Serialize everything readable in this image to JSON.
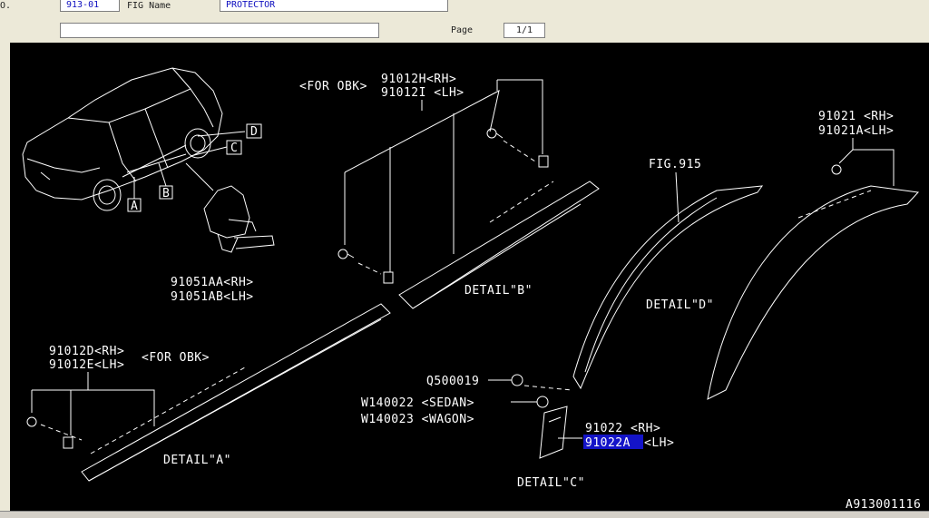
{
  "header": {
    "cut_label": "O.",
    "fig_number": "913-01",
    "fig_name_label": "FIG Name",
    "fig_name": "PROTECTOR",
    "remark": "",
    "page_label": "Page",
    "page_value": "1/1"
  },
  "diagram": {
    "for_obk_top": "<FOR OBK>",
    "p91012h": "91012H<RH>",
    "p91012i": "91012I <LH>",
    "p91051aa": "91051AA<RH>",
    "p91051ab": "91051AB<LH>",
    "callout_a": "A",
    "callout_b": "B",
    "callout_c": "C",
    "callout_d": "D",
    "detail_b": "DETAIL\"B\"",
    "p91012d": "91012D<RH>",
    "for_obk_left": "<FOR OBK>",
    "p91012e": "91012E<LH>",
    "detail_a": "DETAIL\"A\"",
    "fig915": "FIG.915",
    "detail_d": "DETAIL\"D\"",
    "p91021": "91021 <RH>",
    "p91021a": "91021A<LH>",
    "q500019": "Q500019",
    "w140022": "W140022 <SEDAN>",
    "w140023": "W140023 <WAGON>",
    "p91022": "91022 <RH>",
    "p91022a_highlight": "91022A",
    "p91022a_lh": "<LH>",
    "detail_c": "DETAIL\"C\"",
    "drawing_id": "A913001116"
  }
}
